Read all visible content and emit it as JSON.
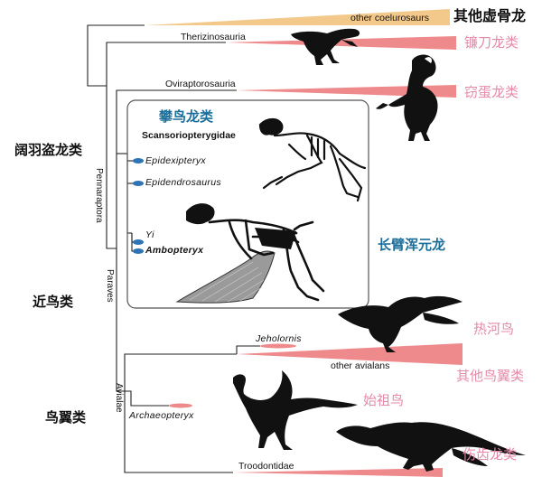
{
  "clades": {
    "other_coelurosaurs": "other coelurosaurs",
    "therizinosauria": "Therizinosauria",
    "oviraptorosauria": "Oviraptorosauria",
    "scansoriopterygidae": "Scansoriopterygidae",
    "epidexipteryx": "Epidexipteryx",
    "epidendrosaurus": "Epidendrosaurus",
    "yi": "Yi",
    "ambopteryx": "Ambopteryx",
    "jeholornis": "Jeholornis",
    "other_avialans": "other avialans",
    "archaeopteryx": "Archaeopteryx",
    "troodontidae": "Troodontidae"
  },
  "vertical_labels": {
    "pennaraptora": "Pennaraptora",
    "paraves": "Paraves",
    "avialae": "Avialae"
  },
  "chinese_labels": {
    "other_coelurosaurs": "其他虚骨龙",
    "therizinosauria": "镰刀龙类",
    "oviraptorosauria": "窃蛋龙类",
    "scansoriopterygidae": "攀鸟龙类",
    "ambopteryx": "长臂浑元龙",
    "jeholornis": "热河鸟",
    "other_avialans": "其他鸟翼类",
    "archaeopteryx": "始祖鸟",
    "troodontidae": "伤齿龙类",
    "pennaraptora": "阔羽盗龙类",
    "paraves": "近鸟类",
    "avialae": "鸟翼类"
  },
  "colors": {
    "coelurosaur_bar": "#f3c98b",
    "clade_bar": "#ee8a8c",
    "taxon_dot": "#2e74b5",
    "silhouette": "#111111",
    "box_border": "#555555",
    "pink_label": "#e58aa8",
    "teal_label": "#1b6e9a"
  },
  "icons": {
    "therizinosaur": "theropod-silhouette",
    "oviraptor": "oviraptor-silhouette",
    "scansoriopterygid": "skeleton-reconstruction",
    "ambopteryx": "skeleton-reconstruction-with-wing-membrane",
    "jeholornis": "bird-silhouette",
    "archaeopteryx": "archaeopteryx-silhouette",
    "troodontid": "troodontid-silhouette"
  }
}
